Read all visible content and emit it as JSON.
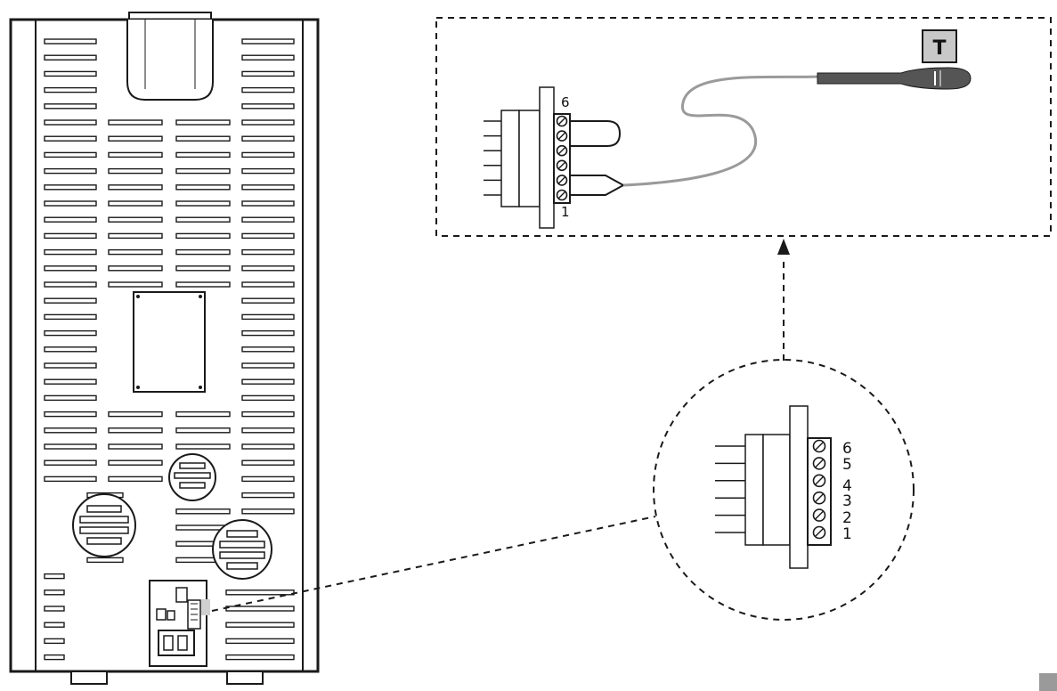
{
  "detail_box": {
    "label_top": "6",
    "label_bottom": "1"
  },
  "probe": {
    "badge": "T"
  },
  "zoom_circle": {
    "pin_labels": [
      "6",
      "5",
      "4",
      "3",
      "2",
      "1"
    ]
  },
  "colors": {
    "line": "#1a1a1a",
    "probe_body": "#555555",
    "cable": "#9a9a9a",
    "badge_bg": "#c8c8c8"
  }
}
